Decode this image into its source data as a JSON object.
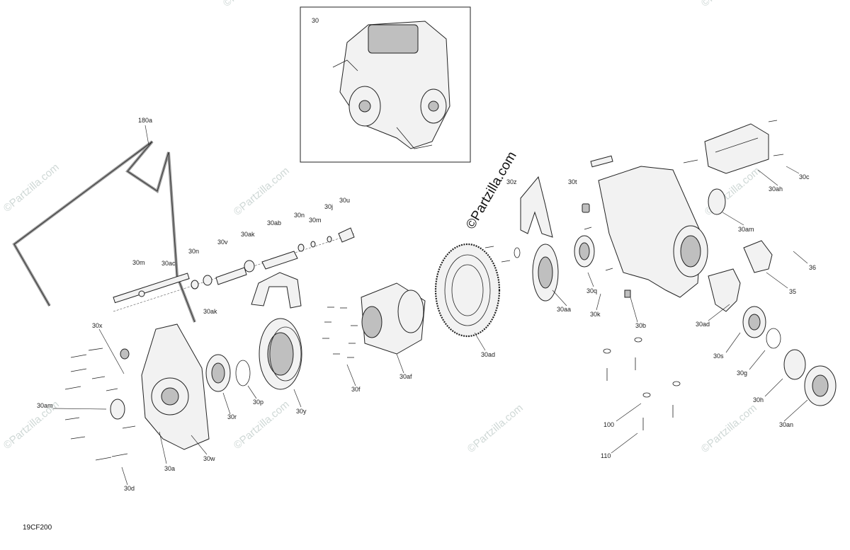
{
  "diagram": {
    "code": "19CF200",
    "watermark": "©Partzilla.com",
    "brand_stamp": "©Partzilla.com",
    "inset_label": "30",
    "callouts": {
      "c180a": "180a",
      "c30m_left": "30m",
      "c30ac": "30ac",
      "c30n_left": "30n",
      "c30v": "30v",
      "c30ak_top": "30ak",
      "c30ab": "30ab",
      "c30n_top": "30n",
      "c30m_top": "30m",
      "c30j": "30j",
      "c30u": "30u",
      "c30ak_bottom": "30ak",
      "c30x": "30x",
      "c30am_left": "30am",
      "c30a": "30a",
      "c30w": "30w",
      "c30r": "30r",
      "c30p": "30p",
      "c30y": "30y",
      "c30d": "30d",
      "c30af": "30af",
      "c30f": "30f",
      "c30ad_center": "30ad",
      "c30z": "30z",
      "c30t": "30t",
      "c30aa": "30aa",
      "c30q": "30q",
      "c30k": "30k",
      "c30b": "30b",
      "c30am_right": "30am",
      "c30ah": "30ah",
      "c30c": "30c",
      "c36": "36",
      "c35": "35",
      "c30ad_right": "30ad",
      "c30s": "30s",
      "c30g": "30g",
      "c30h": "30h",
      "c30an": "30an",
      "c100": "100",
      "c110": "110"
    }
  }
}
